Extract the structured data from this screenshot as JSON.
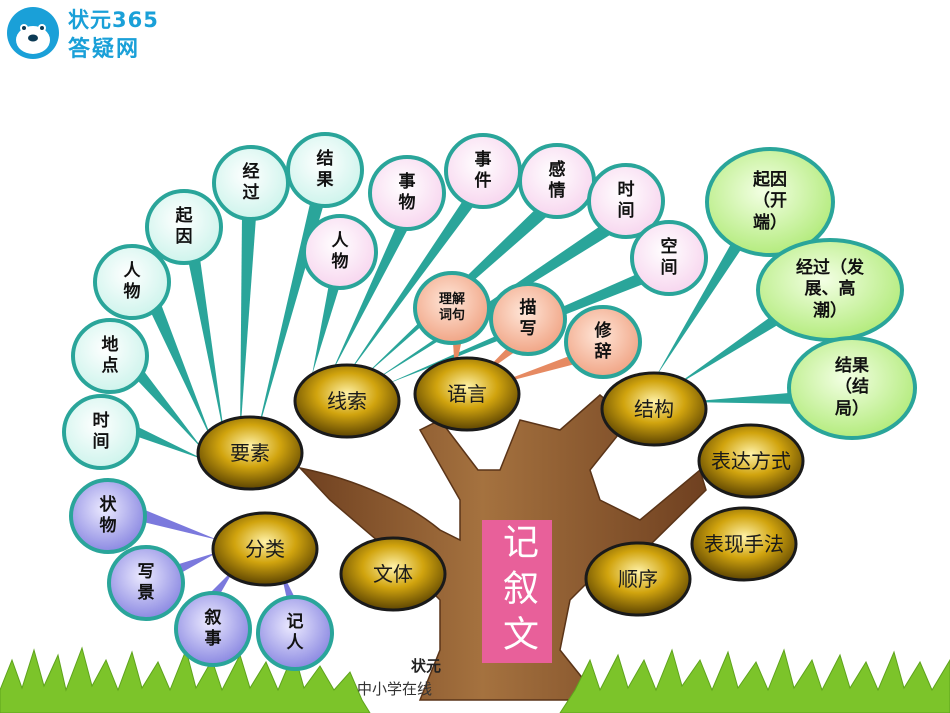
{
  "logo": {
    "line1": "状元365",
    "line2": "答疑网"
  },
  "title": "记叙文",
  "nodes": {
    "yaosu": "要素",
    "xiansuo": "线索",
    "yuyan": "语言",
    "jiegou": "结构",
    "biaoda": "表达方式",
    "biaoxian": "表现手法",
    "fenlei": "分类",
    "wenti": "文体",
    "shunxu": "顺序"
  },
  "elements": {
    "shijian": "时\n间",
    "didian": "地\n点",
    "renwu": "人\n物",
    "qiyin": "起\n因",
    "jingguo": "经\n过",
    "jieguo": "结\n果"
  },
  "clues": {
    "renwu": "人\n物",
    "shiwu": "事\n物",
    "shijian": "事\n件",
    "ganqing": "感\n情",
    "shijian2": "时\n间",
    "kongjian": "空\n间"
  },
  "language": {
    "lijie": "理解\n词句",
    "miaoxie": "描\n写",
    "xiuci": "修\n辞"
  },
  "structure": {
    "qiyin": "起因\n（开\n端）",
    "jingguo": "经过（发\n展、高\n潮）",
    "jieguo": "结果\n（结\n局）"
  },
  "categories": {
    "zhuangwu": "状\n物",
    "xiejing": "写\n景",
    "xushi": "叙\n事",
    "jiren": "记\n人"
  },
  "footer": {
    "line1": "状元",
    "line2": "中小学在线"
  },
  "colors": {
    "trunk": "#8b5a2b",
    "node_fill": "#b38a00",
    "teal_bubble": "#e6fbf6",
    "teal_edge": "#2aa59a",
    "pink_bubble": "#fbe4f4",
    "salmon_bubble": "#f6b59a",
    "green_bubble": "#cff3a6",
    "violet_bubble": "#9a98e6",
    "title_bg": "#e8609a",
    "grass": "#7cc42a"
  }
}
